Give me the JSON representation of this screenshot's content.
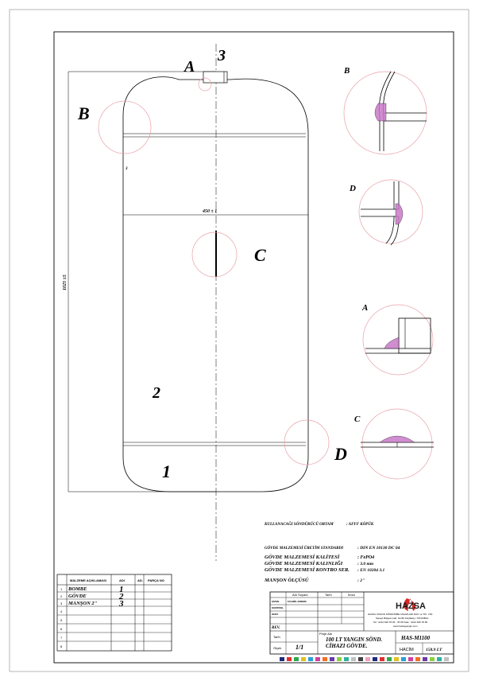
{
  "drawing": {
    "callouts": {
      "A": "A",
      "B": "B",
      "C": "C",
      "D": "D"
    },
    "parts": {
      "p1": "1",
      "p2": "2",
      "p3": "3"
    },
    "small3": "3",
    "dim_width": "450 ± 1",
    "dim_height": "1025  ±5"
  },
  "details": {
    "B": "B",
    "D": "D",
    "A": "A",
    "C": "C"
  },
  "notes": {
    "medium_label": "KULLANACAĞI SÖNDÜRÜCÜ ORTAM",
    "medium_value": ":  AFFF KÖPÜK",
    "lines": [
      {
        "label": "GÖVDE MALZEMESİ ÜRETİM STANDARDI",
        "value": ": DIN EN 10130  DC  04"
      },
      {
        "label": "GÖVDE MALZEMESİ KALİTESİ",
        "value": ": FePO4"
      },
      {
        "label": "GÖVDE MALZEMESİ KALINLIĞI",
        "value": ": 3.0 mm"
      },
      {
        "label": "GÖVDE MALZEMESİ KONTRO SER.",
        "value": ":  EN 10204 3.1"
      },
      {
        "label": "MANŞON ÖLÇÜSÜ",
        "value": ":   2\""
      }
    ]
  },
  "parts_table": {
    "headers": [
      "MALZEME AÇIKLAMASI",
      "ADI",
      "AD.",
      "PARÇA NO"
    ],
    "rows": [
      {
        "no": "1",
        "name": "BOMBE",
        "mark": "1"
      },
      {
        "no": "2",
        "name": "GÖVDE",
        "mark": "2"
      },
      {
        "no": "3",
        "name": "MANŞON 2\"",
        "mark": "3"
      },
      {
        "no": "4",
        "name": "",
        "mark": ""
      },
      {
        "no": "5",
        "name": "",
        "mark": ""
      },
      {
        "no": "6",
        "name": "",
        "mark": ""
      },
      {
        "no": "7",
        "name": "",
        "mark": ""
      },
      {
        "no": "8",
        "name": "",
        "mark": ""
      }
    ]
  },
  "title_block": {
    "headers": [
      "Adı Soyadı",
      "Tarih",
      "İmza"
    ],
    "roles": [
      "ÇİZEN",
      "KONTROL",
      "ONAY"
    ],
    "drawer_name": "F.KAMİL ERDEM",
    "rev_label": "REV.",
    "date_label": "Tarih",
    "scale_label": "Ölçek",
    "scale_value": "1/1",
    "project_label": "Proje Adı",
    "project_line1": "100  LT YANGIN SÖND.",
    "project_line2": "CİHAZI GÖVDE.",
    "drawing_no": "HAS-M1100",
    "volume_label": "HACİM",
    "volume_value": "158.9 LT",
    "logo": "HAZSA",
    "company": "HAZSA YANGIN SÖNDÜRME CİHAZLARI SAN. ve TİC. LTD.",
    "address": "Sanayi Bölgesi Cad. No:89 Küçükköy / İSTANBUL",
    "phone": "Tel : 0212 649 78 45 - 78 96  Faks : 0212 649 78 99",
    "web": "www.hazsayangin.com"
  },
  "colors": {
    "weld": "#c879c8",
    "detail_circle": "#e8a0a8",
    "strip": [
      "#1f2a7a",
      "#e03030",
      "#2ea84a",
      "#e0c020",
      "#2a9fd8",
      "#d040a0",
      "#f07020",
      "#6a3aa8",
      "#8ad040",
      "#30b0a0",
      "#c0c0c0",
      "#404040",
      "#f0a0c0",
      "#1f2a7a",
      "#e03030",
      "#2ea84a",
      "#e0c020",
      "#2a9fd8",
      "#d040a0",
      "#f07020",
      "#6a3aa8",
      "#8ad040",
      "#30b0a0",
      "#c0c0c0"
    ]
  }
}
